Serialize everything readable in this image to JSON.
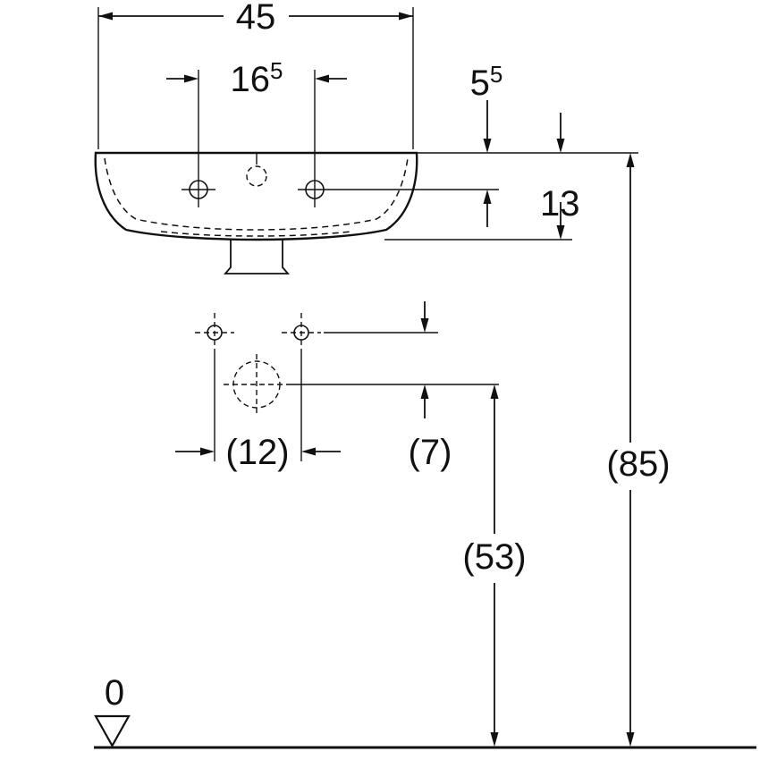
{
  "drawing": {
    "background": "#ffffff",
    "line_color": "#111111",
    "labels": {
      "width_top": "45",
      "tap_spacing_main": "16",
      "tap_spacing_sup": "5",
      "rim_offset_main": "5",
      "rim_offset_sup": "5",
      "front_height": "13",
      "fixing_hole_spacing": "(12)",
      "drain_offset": "(7)",
      "drain_height": "(53)",
      "overall_height": "(85)",
      "datum_zero": "0"
    }
  }
}
